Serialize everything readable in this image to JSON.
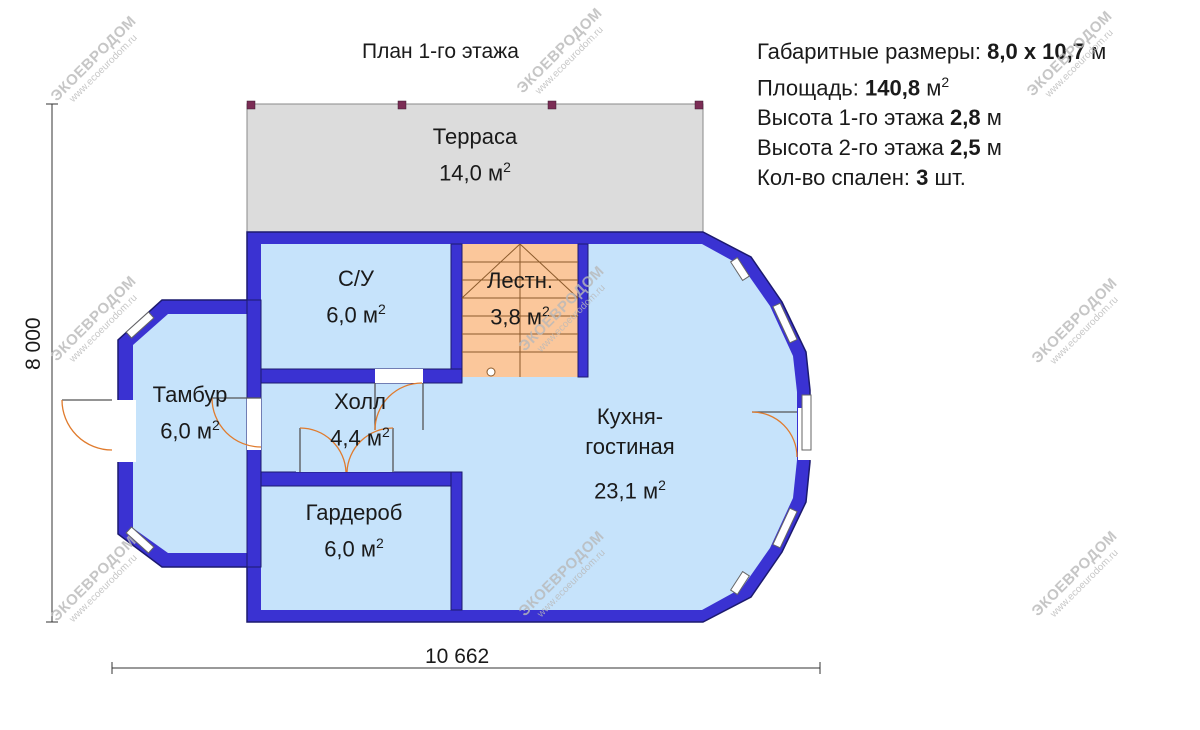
{
  "plan_title": "План 1-го этажа",
  "info": {
    "dimensions_label": "Габаритные размеры:",
    "dimensions_value": "8,0 х 10,7",
    "dimensions_unit": "м",
    "area_label": "Площадь:",
    "area_value": "140,8",
    "area_unit": "м",
    "floor1_height_label": "Высота 1-го этажа",
    "floor1_height_value": "2,8",
    "floor1_height_unit": "м",
    "floor2_height_label": "Высота 2-го этажа",
    "floor2_height_value": "2,5",
    "floor2_height_unit": "м",
    "bedrooms_label": "Кол-во спален:",
    "bedrooms_value": "3",
    "bedrooms_unit": "шт."
  },
  "rooms": {
    "terrace": {
      "name": "Терраса",
      "area": "14,0 м"
    },
    "bathroom": {
      "name": "С/У",
      "area": "6,0 м"
    },
    "stairs": {
      "name": "Лестн.",
      "area": "3,8 м"
    },
    "vestibule": {
      "name": "Тамбур",
      "area": "6,0 м"
    },
    "hall": {
      "name": "Холл",
      "area": "4,4 м"
    },
    "kitchen": {
      "name": "Кухня-",
      "name2": "гостиная",
      "area": "23,1 м"
    },
    "wardrobe": {
      "name": "Гардероб",
      "area": "6,0 м"
    }
  },
  "area_superscript": "2",
  "dimensions": {
    "width": "10 662",
    "depth": "8 000"
  },
  "watermark": {
    "brand": "ЭКОЕВРОДОМ",
    "url": "www.ecoeurodom.ru"
  },
  "colors": {
    "wall": "#3a32d2",
    "wall_dark": "#1c1a6e",
    "room_fill": "#c6e3fb",
    "terrace_fill": "#dddddd",
    "stairs_fill": "#fbc79b",
    "door_arc": "#e07b2d"
  }
}
